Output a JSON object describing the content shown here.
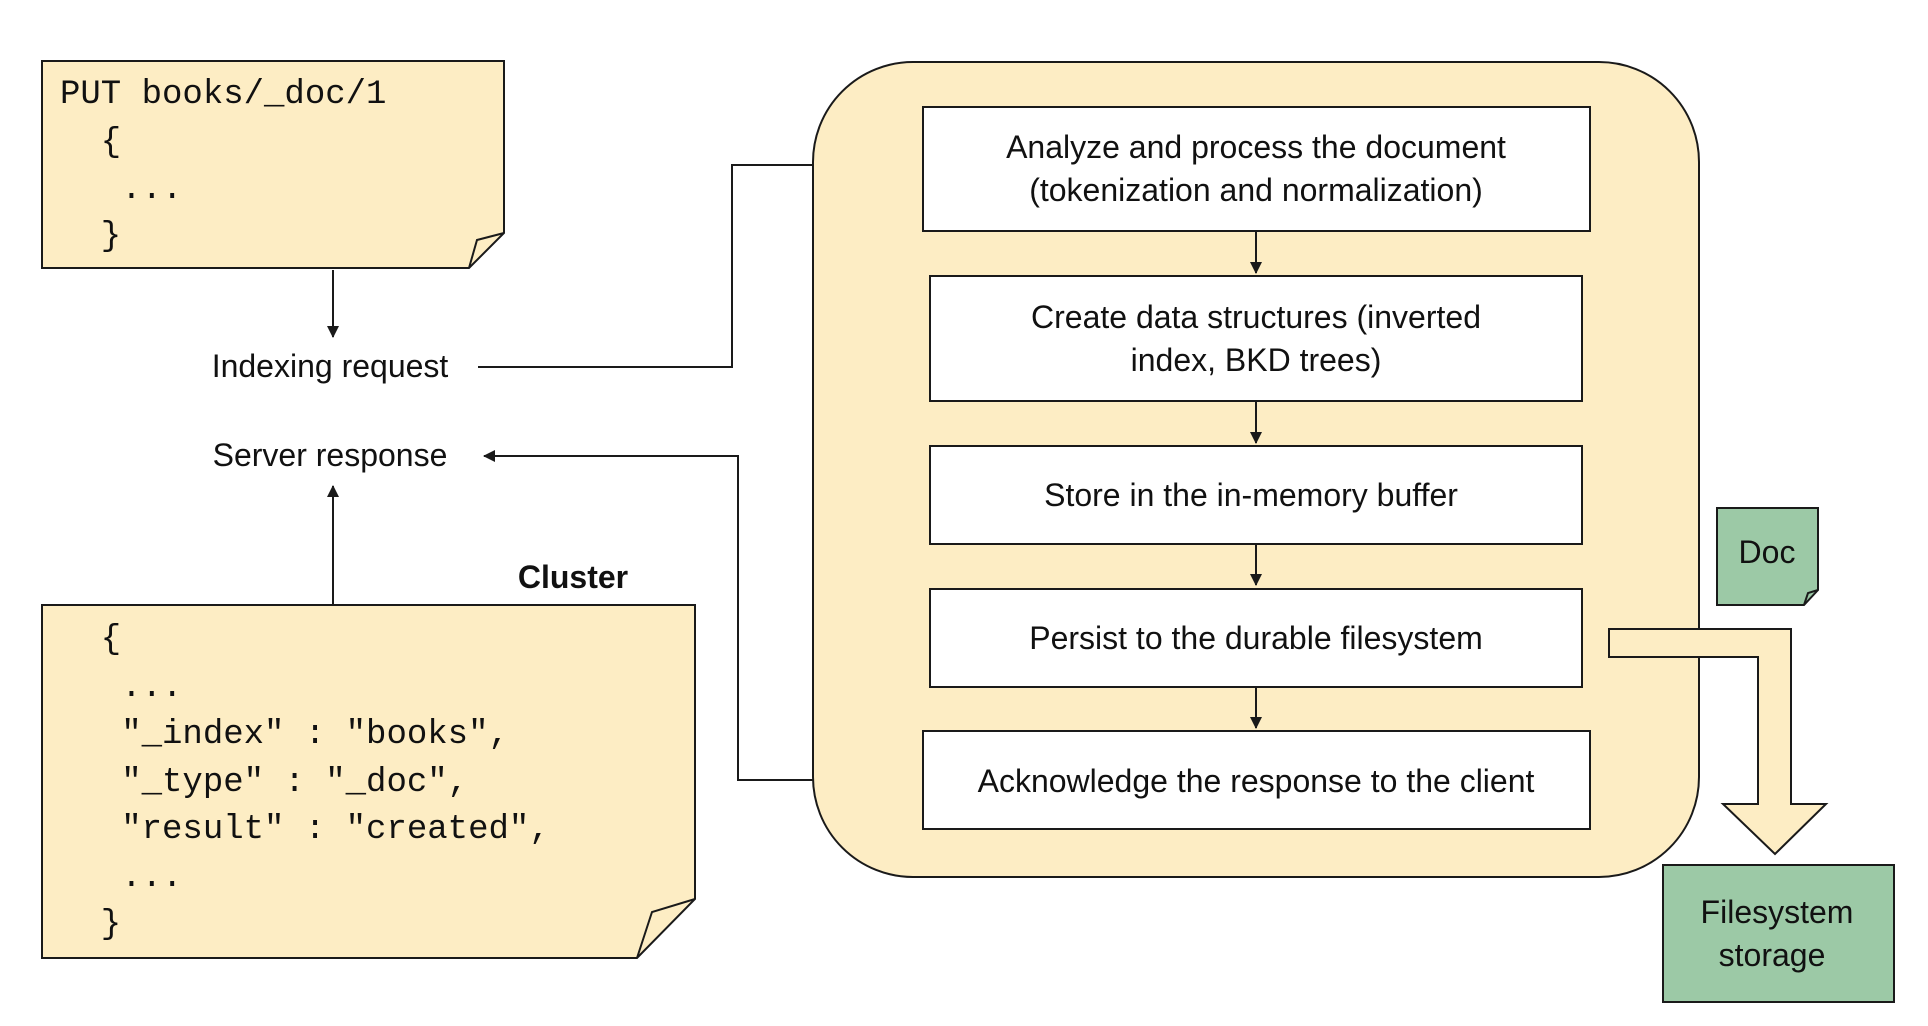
{
  "request_code": {
    "lines": [
      "PUT books/_doc/1",
      "  {",
      "   ...",
      "  }"
    ]
  },
  "response_code": {
    "lines": [
      "  {",
      "   ...",
      "   \"_index\" : \"books\",",
      "   \"_type\" : \"_doc\",",
      "   \"result\" : \"created\",",
      "   ...",
      "  }"
    ]
  },
  "labels": {
    "indexing_request": "Indexing request",
    "server_response": "Server response",
    "cluster": "Cluster"
  },
  "steps": [
    {
      "line1": "Analyze and process the document",
      "line2": "(tokenization and normalization)"
    },
    {
      "line1": "Create data structures (inverted",
      "line2": "index, BKD trees)"
    },
    {
      "line1": "Store in the in-memory buffer",
      "line2": ""
    },
    {
      "line1": "Persist to the durable filesystem",
      "line2": ""
    },
    {
      "line1": "Acknowledge the response to the client",
      "line2": ""
    }
  ],
  "doc_note": {
    "label": "Doc"
  },
  "storage": {
    "line1": "Filesystem",
    "line2": "storage"
  },
  "colors": {
    "note_fill": "#fdedc4",
    "cluster_fill": "#fdedc4",
    "green_fill": "#9cc9a6",
    "stroke": "#1a1a1a",
    "box_fill": "#ffffff"
  }
}
